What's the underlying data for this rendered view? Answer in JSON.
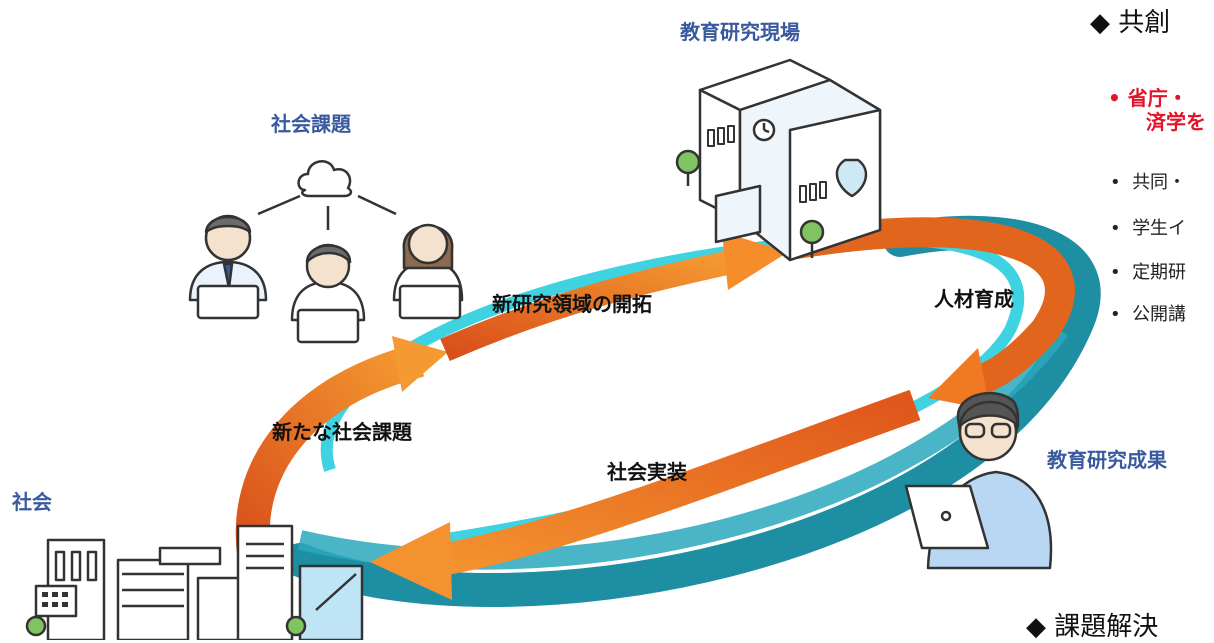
{
  "labels": {
    "edu_site": "教育研究現場",
    "social_issue": "社会課題",
    "society": "社会",
    "edu_results": "教育研究成果",
    "new_field": "新研究領域の開拓",
    "talent": "人材育成",
    "new_issue": "新たな社会課題",
    "implementation": "社会実装"
  },
  "panel": {
    "heading1": "◆  共創",
    "red_line1": "•  省庁・",
    "red_line2": "済学を",
    "bullets": [
      "共同・",
      "学生イ",
      "定期研",
      "公開講"
    ],
    "heading2": "◆  課題解決"
  },
  "icons": {
    "cloud": "cloud-icon",
    "people": "person-with-laptop-icon",
    "school": "school-building-icon",
    "city": "city-buildings-icon",
    "researcher": "researcher-with-laptop-icon"
  },
  "colors": {
    "arrow_orange": "#e2651e",
    "arrow_light": "#f59a32",
    "ring_cyan": "#3fd3e2",
    "ring_teal": "#1e8ea3",
    "label_blue": "#3a5a9f",
    "accent_red": "#e1142c"
  }
}
